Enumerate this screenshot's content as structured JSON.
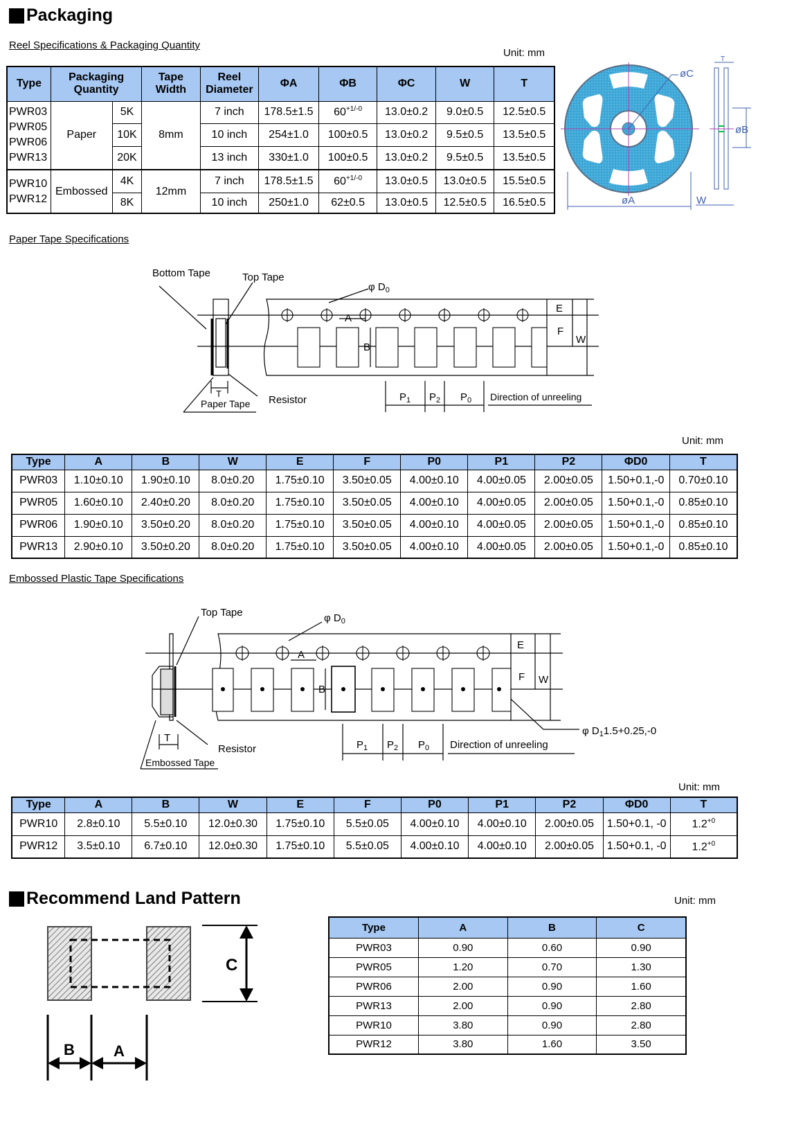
{
  "packaging": {
    "title": "Packaging",
    "reel_subtitle": "Reel Specifications & Packaging Quantity",
    "unit": "Unit: mm",
    "reel_headers": [
      "Type",
      "Packaging Quantity",
      "Tape Width",
      "Reel Diameter",
      "ΦA",
      "ΦB",
      "ΦC",
      "W",
      "T"
    ],
    "reel_types_paper": "PWR03 PWR05 PWR06 PWR13",
    "reel_types_embossed": "PWR10 PWR12",
    "paper_label": "Paper",
    "embossed_label": "Embossed",
    "tape_width_paper": "8mm",
    "tape_width_embossed": "12mm",
    "reel_rows": [
      {
        "qty": "5K",
        "dia": "7 inch",
        "a": "178.5±1.5",
        "b": "60",
        "b_sup": "+1/-0",
        "c": "13.0±0.2",
        "w": "9.0±0.5",
        "t": "12.5±0.5"
      },
      {
        "qty": "10K",
        "dia": "10 inch",
        "a": "254±1.0",
        "b": "100±0.5",
        "b_sup": "",
        "c": "13.0±0.2",
        "w": "9.5±0.5",
        "t": "13.5±0.5"
      },
      {
        "qty": "20K",
        "dia": "13 inch",
        "a": "330±1.0",
        "b": "100±0.5",
        "b_sup": "",
        "c": "13.0±0.2",
        "w": "9.5±0.5",
        "t": "13.5±0.5"
      },
      {
        "qty": "4K",
        "dia": "7 inch",
        "a": "178.5±1.5",
        "b": "60",
        "b_sup": "+1/-0",
        "c": "13.0±0.5",
        "w": "13.0±0.5",
        "t": "15.5±0.5"
      },
      {
        "qty": "8K",
        "dia": "10 inch",
        "a": "250±1.0",
        "b": "62±0.5",
        "b_sup": "",
        "c": "13.0±0.5",
        "w": "12.5±0.5",
        "t": "16.5±0.5"
      }
    ],
    "reel_diagram": {
      "phi_c": "øC",
      "phi_b": "øB",
      "phi_a": "øA",
      "w": "W",
      "t": "T"
    }
  },
  "paper_tape": {
    "subtitle": "Paper Tape Specifications",
    "labels": {
      "bottom_tape": "Bottom Tape",
      "top_tape": "Top Tape",
      "d0": "φ D",
      "d0_sub": "0",
      "e": "E",
      "f": "F",
      "w": "W",
      "a": "A",
      "b": "B",
      "t": "T",
      "paper_tape": "Paper Tape",
      "resistor": "Resistor",
      "p1": "P",
      "p1_sub": "1",
      "p2": "P",
      "p2_sub": "2",
      "p0": "P",
      "p0_sub": "0",
      "direction": "Direction of unreeling"
    },
    "unit": "Unit: mm",
    "headers": [
      "Type",
      "A",
      "B",
      "W",
      "E",
      "F",
      "P0",
      "P1",
      "P2",
      "ΦD0",
      "T"
    ],
    "rows": [
      [
        "PWR03",
        "1.10±0.10",
        "1.90±0.10",
        "8.0±0.20",
        "1.75±0.10",
        "3.50±0.05",
        "4.00±0.10",
        "4.00±0.05",
        "2.00±0.05",
        "1.50+0.1,-0",
        "0.70±0.10"
      ],
      [
        "PWR05",
        "1.60±0.10",
        "2.40±0.20",
        "8.0±0.20",
        "1.75±0.10",
        "3.50±0.05",
        "4.00±0.10",
        "4.00±0.05",
        "2.00±0.05",
        "1.50+0.1,-0",
        "0.85±0.10"
      ],
      [
        "PWR06",
        "1.90±0.10",
        "3.50±0.20",
        "8.0±0.20",
        "1.75±0.10",
        "3.50±0.05",
        "4.00±0.10",
        "4.00±0.05",
        "2.00±0.05",
        "1.50+0.1,-0",
        "0.85±0.10"
      ],
      [
        "PWR13",
        "2.90±0.10",
        "3.50±0.20",
        "8.0±0.20",
        "1.75±0.10",
        "3.50±0.05",
        "4.00±0.10",
        "4.00±0.05",
        "2.00±0.05",
        "1.50+0.1,-0",
        "0.85±0.10"
      ]
    ]
  },
  "embossed_tape": {
    "subtitle": "Embossed Plastic Tape Specifications",
    "labels": {
      "top_tape": "Top Tape",
      "d0": "φ D",
      "d0_sub": "0",
      "e": "E",
      "f": "F",
      "w": "W",
      "a": "A",
      "b": "B",
      "t": "T",
      "embossed_tape": "Embossed Tape",
      "resistor": "Resistor",
      "d1": "φ D",
      "d1_sub": "1",
      "d1_val": "1.5+0.25,-0",
      "p1": "P",
      "p1_sub": "1",
      "p2": "P",
      "p2_sub": "2",
      "p0": "P",
      "p0_sub": "0",
      "direction": "Direction of unreeling"
    },
    "unit": "Unit: mm",
    "headers": [
      "Type",
      "A",
      "B",
      "W",
      "E",
      "F",
      "P0",
      "P1",
      "P2",
      "ΦD0",
      "T"
    ],
    "rows": [
      [
        "PWR10",
        "2.8±0.10",
        "5.5±0.10",
        "12.0±0.30",
        "1.75±0.10",
        "5.5±0.05",
        "4.00±0.10",
        "4.00±0.10",
        "2.00±0.05",
        "1.50+0.1, -0",
        "1.2"
      ],
      [
        "PWR12",
        "3.5±0.10",
        "6.7±0.10",
        "12.0±0.30",
        "1.75±0.10",
        "5.5±0.05",
        "4.00±0.10",
        "4.00±0.10",
        "2.00±0.05",
        "1.50+0.1, -0",
        "1.2"
      ]
    ],
    "t_sup": "+0"
  },
  "land_pattern": {
    "title": "Recommend Land Pattern",
    "unit": "Unit: mm",
    "labels": {
      "a": "A",
      "b": "B",
      "c": "C"
    },
    "headers": [
      "Type",
      "A",
      "B",
      "C"
    ],
    "rows": [
      [
        "PWR03",
        "0.90",
        "0.60",
        "0.90"
      ],
      [
        "PWR05",
        "1.20",
        "0.70",
        "1.30"
      ],
      [
        "PWR06",
        "2.00",
        "0.90",
        "1.60"
      ],
      [
        "PWR13",
        "2.00",
        "0.90",
        "2.80"
      ],
      [
        "PWR10",
        "3.80",
        "0.90",
        "2.80"
      ],
      [
        "PWR12",
        "3.80",
        "1.60",
        "3.50"
      ]
    ]
  }
}
